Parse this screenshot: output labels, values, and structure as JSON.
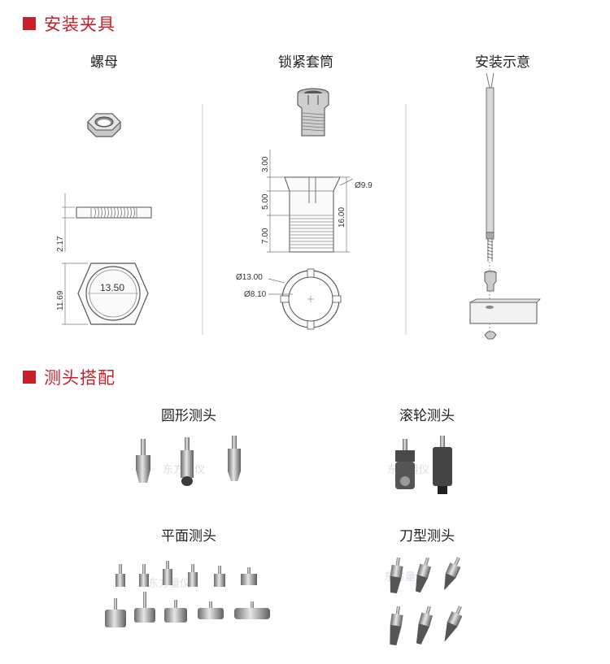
{
  "sections": {
    "fixture_title": "安装夹具",
    "probe_title": "测头搭配"
  },
  "fixture": {
    "nut": {
      "title": "螺母",
      "dim_thickness": "2.17",
      "dim_height": "11.69",
      "dim_width": "13.50"
    },
    "collet": {
      "title": "锁紧套筒",
      "dim_top": "3.00",
      "dim_mid": "5.00",
      "dim_bottom": "7.00",
      "dim_total": "16.00",
      "dim_diameter_top": "Ø9.9",
      "dim_outer": "Ø13.00",
      "dim_inner": "Ø8.10"
    },
    "install": {
      "title": "安装示意"
    }
  },
  "probes": {
    "round": "圆形测头",
    "roller": "滚轮测头",
    "flat": "平面测头",
    "knife": "刀型测头",
    "watermark": "东方量仪"
  },
  "colors": {
    "accent": "#c8202a",
    "line": "#555555",
    "divider": "#e6e6e6"
  }
}
